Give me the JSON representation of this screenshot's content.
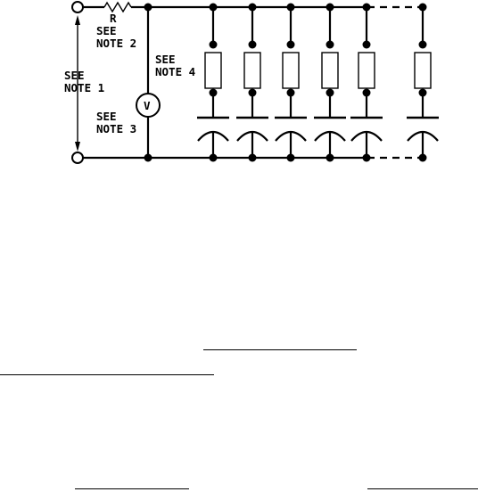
{
  "diagram": {
    "labels": {
      "resistor": "R",
      "note2_a": "SEE",
      "note2_b": "NOTE 2",
      "note1_a": "SEE",
      "note1_b": "NOTE 1",
      "note3_a": "SEE",
      "note3_b": "NOTE 3",
      "note4_a": "SEE",
      "note4_b": "NOTE 4",
      "voltmeter": "V"
    },
    "branch_count": 6
  }
}
